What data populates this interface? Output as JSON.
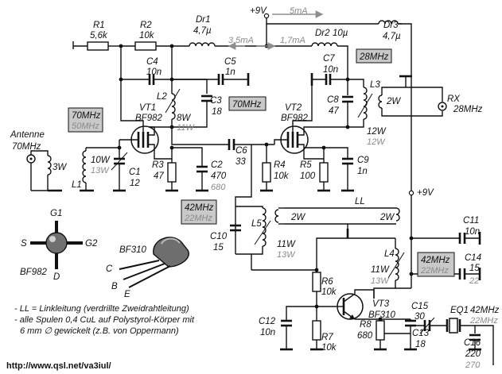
{
  "supply": {
    "v9_top": "+9V",
    "i_top": "5mA",
    "i_left": "3,5mA",
    "i_right": "1,7mA",
    "v9_mid": "+9V"
  },
  "parts": {
    "r1": {
      "ref": "R1",
      "val": "5,6k"
    },
    "r2": {
      "ref": "R2",
      "val": "10k"
    },
    "r3": {
      "ref": "R3",
      "val": "47"
    },
    "r4": {
      "ref": "R4",
      "val": "10k"
    },
    "r5": {
      "ref": "R5",
      "val": "100"
    },
    "r6": {
      "ref": "R6",
      "val": "10k"
    },
    "r7": {
      "ref": "R7",
      "val": "10k"
    },
    "r8": {
      "ref": "R8",
      "val": "680"
    },
    "dr1": {
      "ref": "Dr1",
      "val": "4,7µ"
    },
    "dr2": {
      "ref": "Dr2",
      "val": "10µ"
    },
    "dr3": {
      "ref": "Dr3",
      "val": "4,7µ"
    },
    "c1": {
      "ref": "C1",
      "val": "12"
    },
    "c2": {
      "ref": "C2",
      "val": "470",
      "alt": "680"
    },
    "c3": {
      "ref": "C3",
      "val": "18"
    },
    "c4": {
      "ref": "C4",
      "val": "10n"
    },
    "c5": {
      "ref": "C5",
      "val": "1n"
    },
    "c6": {
      "ref": "C6",
      "val": "33"
    },
    "c7": {
      "ref": "C7",
      "val": "10n"
    },
    "c8": {
      "ref": "C8",
      "val": "47"
    },
    "c9": {
      "ref": "C9",
      "val": "1n"
    },
    "c10": {
      "ref": "C10",
      "val": "15"
    },
    "c11": {
      "ref": "C11",
      "val": "10n"
    },
    "c12": {
      "ref": "C12",
      "val": "10n"
    },
    "c13": {
      "ref": "C13",
      "val": "18"
    },
    "c14": {
      "ref": "C14",
      "val": "15",
      "alt": "22"
    },
    "c15": {
      "ref": "C15",
      "val": "30"
    },
    "c16": {
      "ref": "C16",
      "val": "220",
      "alt": "270"
    },
    "vt1": {
      "ref": "VT1",
      "type": "BF982"
    },
    "vt2": {
      "ref": "VT2",
      "type": "BF982"
    },
    "vt3": {
      "ref": "VT3",
      "type": "BF310"
    },
    "eq1": {
      "ref": "EQ1",
      "val": "42MHz",
      "alt": "22MHz"
    },
    "l1": {
      "ref": "L1",
      "w1": "3W",
      "w2": "10W",
      "w2alt": "13W"
    },
    "l2": {
      "ref": "L2",
      "val": "8W",
      "alt": "11W"
    },
    "l3": {
      "ref": "L3",
      "w1": "2W",
      "w2": "12W",
      "w2alt": "12W"
    },
    "l4": {
      "ref": "L4",
      "val": "11W",
      "alt": "13W"
    },
    "l5": {
      "ref": "L5",
      "val": "11W",
      "alt": "13W",
      "link": "2W"
    }
  },
  "boxes": {
    "b70a": "70MHz",
    "b50": "50MHz",
    "b70b": "70MHz",
    "b28": "28MHz",
    "b42a": "42MHz",
    "b22a": "22MHz",
    "b42b": "42MHz",
    "b22b": "22MHz"
  },
  "labels": {
    "antenna": "Antenne",
    "antenna_freq": "70MHz",
    "rx": "RX",
    "rx_freq": "28MHz",
    "ll": "LL",
    "ll_w_left": "2W",
    "ll_w_right": "2W",
    "pin_g1": "G1",
    "pin_g2": "G2",
    "pin_s": "S",
    "pin_d": "D",
    "pkg_bf982": "BF982",
    "pkg_bf310": "BF310",
    "pin_c": "C",
    "pin_b": "B",
    "pin_e": "E"
  },
  "notes": {
    "n1": "- LL = Linkleitung (verdrillte Zweidrahtleitung)",
    "n2": "- alle Spulen 0,4 CuL auf Polystyrol-Körper mit",
    "n3": "6 mm ∅ gewickelt (z.B. von Oppermann)"
  },
  "footer": {
    "url": "http://www.qsl.net/va3iul/"
  }
}
